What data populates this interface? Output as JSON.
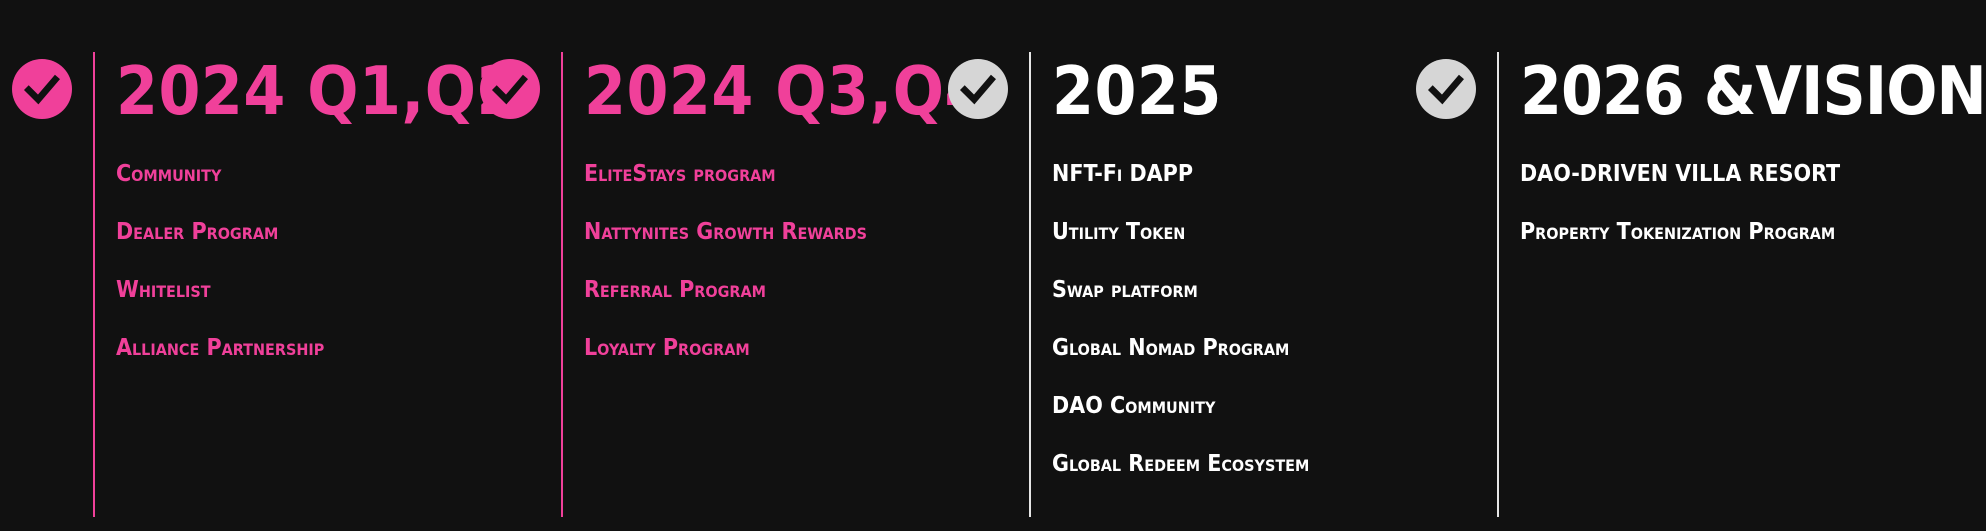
{
  "colors": {
    "background": "#111111",
    "accent_pink": "#f0409a",
    "white": "#ffffff",
    "check_gray": "#d6d6d6"
  },
  "roadmap": {
    "phases": [
      {
        "title": "2024 Q1,Q2",
        "status_icon": "check-circle-icon",
        "items": [
          "Community",
          "Dealer Program",
          "Whitelist",
          "Alliance Partnership"
        ]
      },
      {
        "title": "2024 Q3,Q4",
        "status_icon": "check-circle-icon",
        "items": [
          "EliteStays program",
          "Nattynites Growth Rewards",
          "Referral Program",
          "Loyalty Program"
        ]
      },
      {
        "title": "2025",
        "status_icon": "check-circle-icon",
        "items": [
          "NFT-Fi DAPP",
          "Utility Token",
          "Swap platform",
          "Global Nomad Program",
          "DAO Community",
          "Global Redeem Ecosystem"
        ]
      },
      {
        "title": "2026 &VISION",
        "status_icon": "check-circle-icon",
        "items": [
          "DAO-DRIVEN VILLA RESORT",
          "Property Tokenization Program"
        ]
      }
    ]
  }
}
